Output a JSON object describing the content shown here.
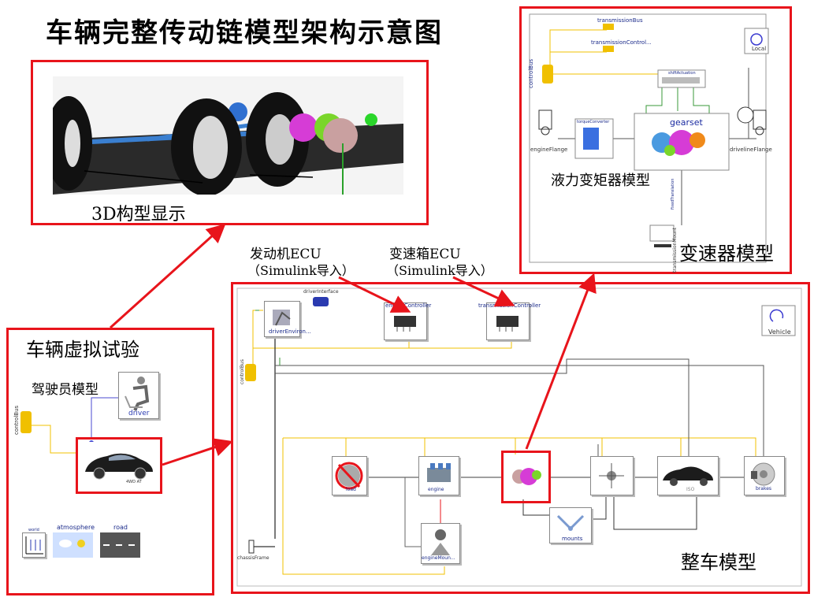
{
  "title": "车辆完整传动链模型架构示意图",
  "captions": {
    "view3d": "3D构型显示",
    "virtual_test": "车辆虚拟试验",
    "driver_model": "驾驶员模型",
    "engine_ecu_line1": "发动机ECU",
    "engine_ecu_line2": "（Simulink导入）",
    "trans_ecu_line1": "变速箱ECU",
    "trans_ecu_line2": "（Simulink导入）",
    "torque_converter_model": "液力变矩器模型",
    "transmission_model": "变速器模型",
    "vehicle_model": "整车模型"
  },
  "virtual_test": {
    "controlBus": "controlBus",
    "driver": "driver",
    "car": "4WD AT",
    "world": "world",
    "atmosphere": "atmosphere",
    "road": "road"
  },
  "vehicle": {
    "driverInterface": "driverInterface",
    "driverEnviron": "driverEnviron...",
    "engineController": "engineController",
    "transmissionController": "transmissionController",
    "controlBus": "controlBus",
    "vehicle_icon": "Vehicle",
    "load": "load",
    "engine": "engine",
    "mounts": "mounts",
    "engine_mount": "engineMoun...",
    "ISO": "ISO",
    "brakes": "brakes",
    "chassisFrame": "chassisFrame"
  },
  "transmission": {
    "transmissionBus": "transmissionBus",
    "transmissionControl": "transmissionControl...",
    "controlBus": "controlBus",
    "shiftActuation": "shiftActuation",
    "local": "Local",
    "torqueConverter": "torqueConverter",
    "gearset": "gearset",
    "engineFlange": "engineFlange",
    "drivelineFlange": "drivelineFlange",
    "transmissionMount": "transmissionMount",
    "fixedTranslation": "fixedTranslation"
  },
  "colors": {
    "frame": "#e8141b",
    "arrow": "#e8141b",
    "bus": "#f0c000",
    "label_blue": "#1a2a8a"
  }
}
